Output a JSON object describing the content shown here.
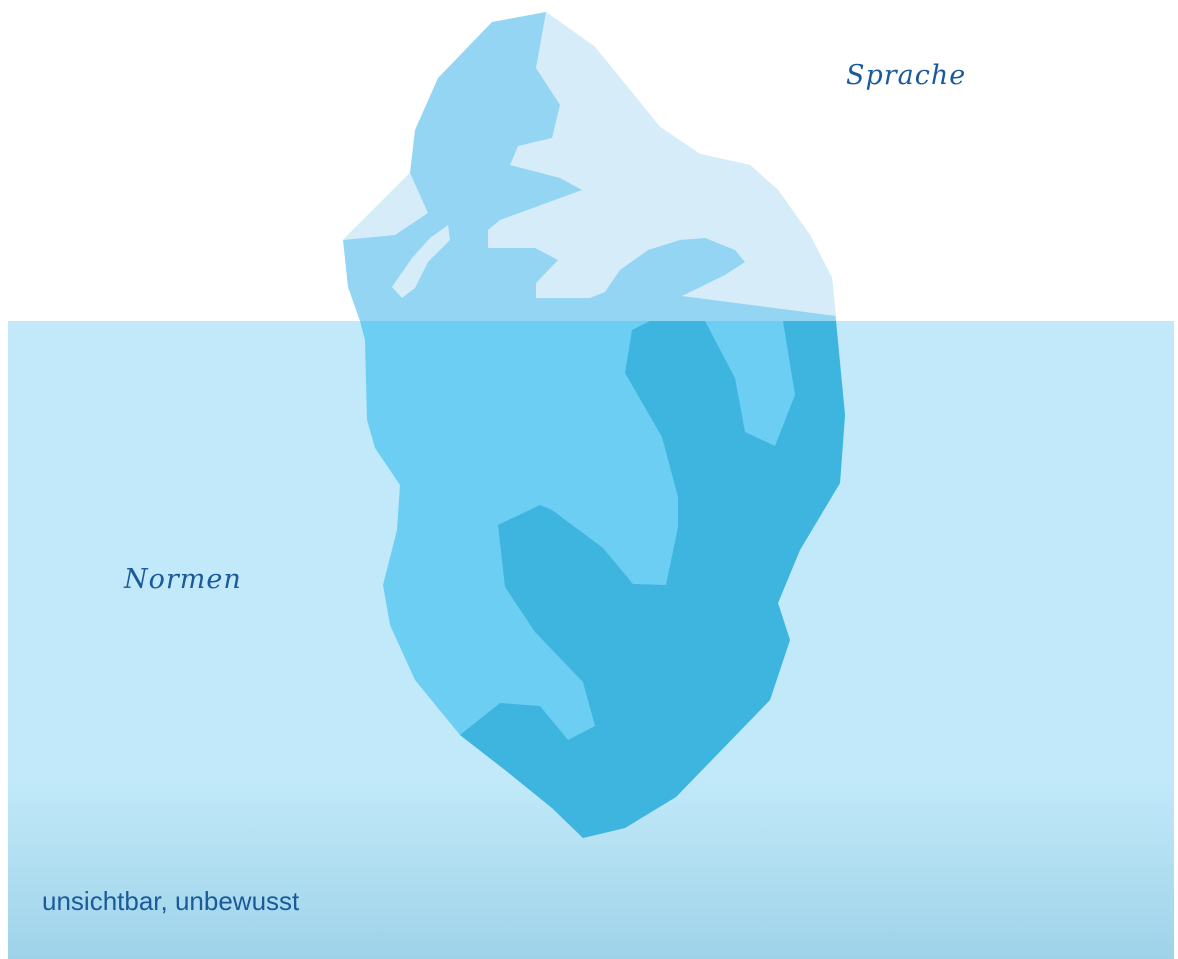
{
  "labels": {
    "above_water": "Sprache",
    "below_water": "Normen",
    "bottom": "unsichtbar, unbewusst"
  },
  "colors": {
    "text": "#1a5a9a",
    "tip_light": "#d6edf9",
    "tip_mid": "#93d5f3",
    "water": "#c1e9f9",
    "water_deep": "#9fd3e9",
    "body_mid": "#6ccef3",
    "body_dark": "#3db5df"
  }
}
